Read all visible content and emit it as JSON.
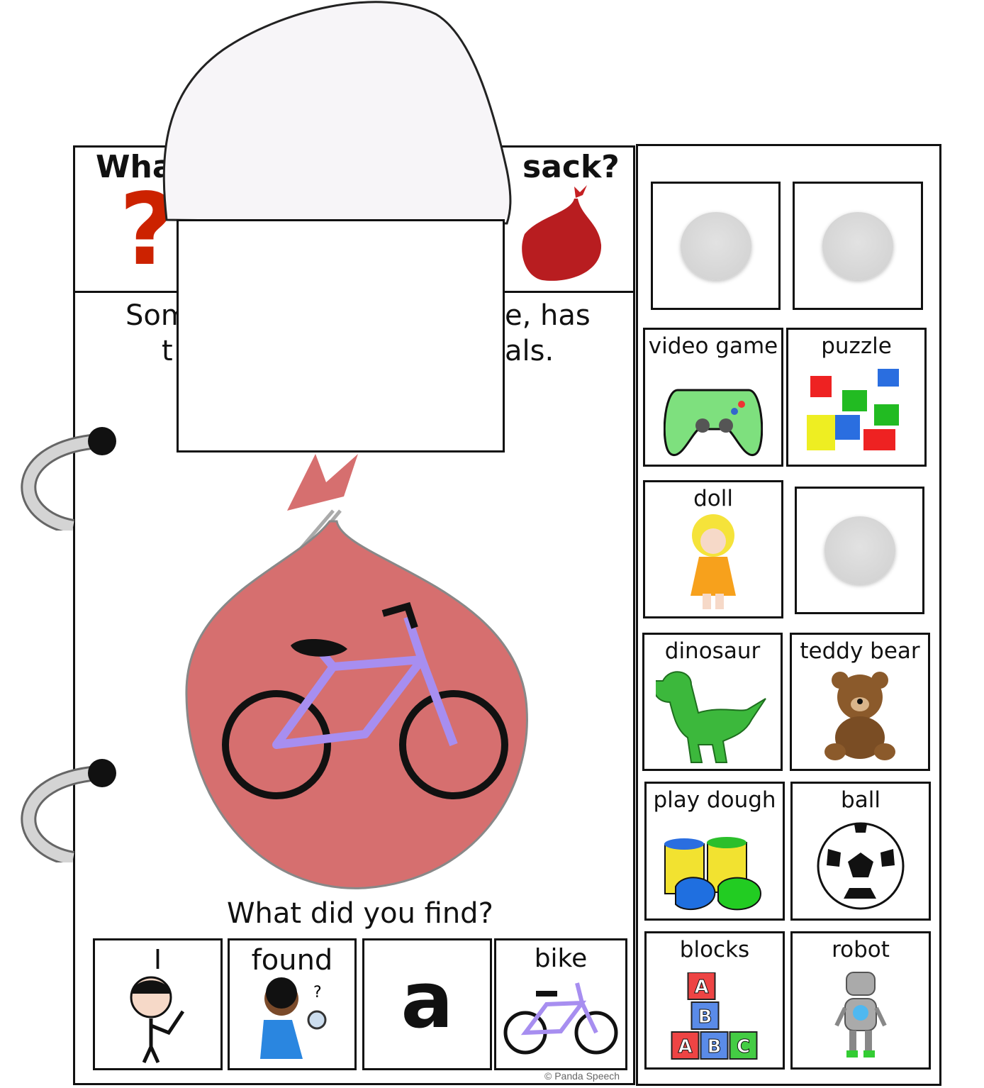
{
  "header": {
    "title_left": "Wha",
    "title_right": "sack?"
  },
  "story": {
    "line1_left": "Som",
    "line1_right": "e, has",
    "line2_left": "t",
    "line2_right": "als."
  },
  "question": "What did you find?",
  "sentence_strip": [
    {
      "label": "I",
      "icon": "person-pointing-icon"
    },
    {
      "label": "found",
      "icon": "boy-magnifier-icon"
    },
    {
      "label": "a",
      "icon": "letter-a"
    },
    {
      "label": "bike",
      "icon": "bike-icon"
    }
  ],
  "choices": [
    {
      "label": "",
      "icon": "empty-velcro-dot"
    },
    {
      "label": "",
      "icon": "empty-velcro-dot"
    },
    {
      "label": "video game",
      "icon": "game-controller-icon"
    },
    {
      "label": "puzzle",
      "icon": "puzzle-icon"
    },
    {
      "label": "doll",
      "icon": "doll-icon"
    },
    {
      "label": "",
      "icon": "empty-velcro-dot"
    },
    {
      "label": "dinosaur",
      "icon": "dinosaur-icon"
    },
    {
      "label": "teddy bear",
      "icon": "teddy-bear-icon"
    },
    {
      "label": "play dough",
      "icon": "play-dough-icon"
    },
    {
      "label": "ball",
      "icon": "soccer-ball-icon"
    },
    {
      "label": "blocks",
      "icon": "blocks-icon"
    },
    {
      "label": "robot",
      "icon": "robot-icon"
    }
  ],
  "copyright": "© Panda Speech",
  "colors": {
    "sack": "#d66f6f",
    "sack_small": "#b81d20",
    "question_mark": "#cc2200",
    "bike": "#a78ef0"
  }
}
